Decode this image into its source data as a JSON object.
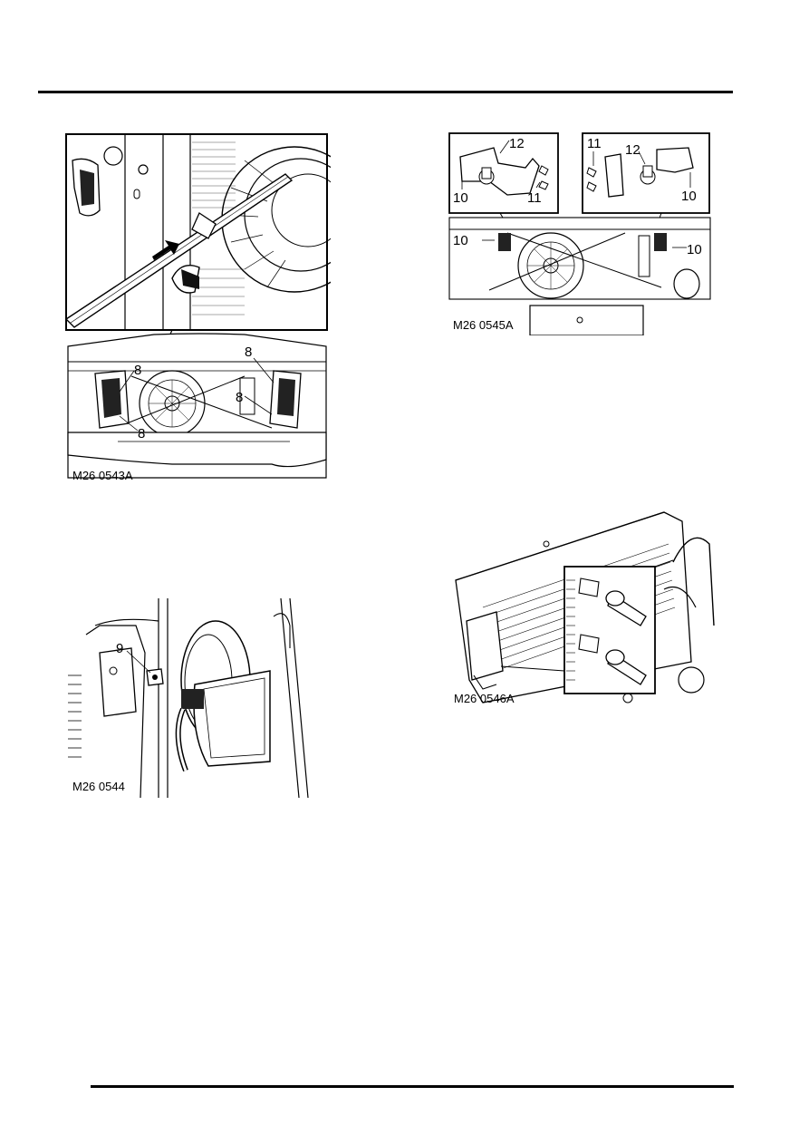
{
  "figures": [
    {
      "id": "fig1",
      "caption": "M26 0543A",
      "callouts": [
        "8",
        "8",
        "8",
        "8"
      ]
    },
    {
      "id": "fig2",
      "caption": "M26 0545A",
      "callouts": [
        "12",
        "10",
        "11",
        "11",
        "12",
        "10",
        "10",
        "10"
      ]
    },
    {
      "id": "fig3",
      "caption": "M26 0544",
      "callouts": [
        "9"
      ]
    },
    {
      "id": "fig4",
      "caption": "M26 0546A",
      "callouts": []
    }
  ]
}
